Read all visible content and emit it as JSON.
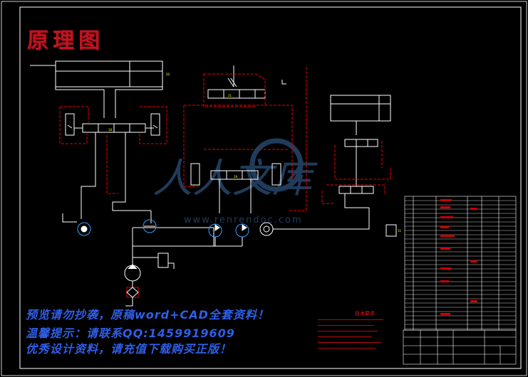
{
  "title": "原理图",
  "promo": {
    "line1": "预览请勿抄袭，原稿word+CAD全套资料！",
    "line2": "温馨提示：请联系QQ:1459919609",
    "line3": "优秀设计资料，请充值下载购买正版！"
  },
  "watermark": {
    "text": "人人文库",
    "url": "www.renrendoc.com"
  },
  "notes": {
    "title": "技术要求"
  },
  "colors": {
    "frame": "#ffffff",
    "hydraulic_line": "#ffffff",
    "control_line": "#e00000",
    "component": "#ffffff",
    "label": "#ffff00",
    "title": "#c0141e",
    "promo": "#2f5fe8",
    "watermark": "#3a6ea5"
  },
  "icons": [
    "hydraulic-cylinder-icon",
    "directional-valve-icon",
    "pressure-valve-icon",
    "pump-icon",
    "motor-icon",
    "filter-icon",
    "tank-icon",
    "accumulator-icon",
    "pressure-gauge-icon",
    "check-valve-icon"
  ]
}
